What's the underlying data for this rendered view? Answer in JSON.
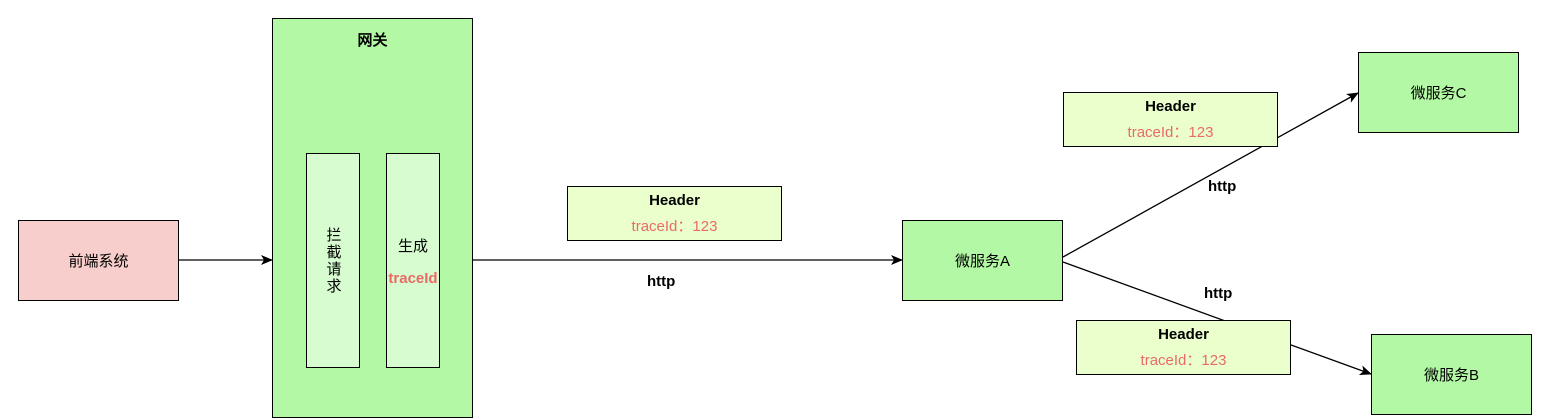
{
  "nodes": {
    "frontend": "前端系统",
    "gateway": "网关",
    "intercept": "拦截请求",
    "generate": "生成",
    "generate_highlight": "traceId",
    "service_a": "微服务A",
    "service_b": "微服务B",
    "service_c": "微服务C"
  },
  "headers": {
    "main": {
      "title": "Header",
      "value": "traceId：123"
    },
    "to_c": {
      "title": "Header",
      "value": "traceId：123"
    },
    "to_b": {
      "title": "Header",
      "value": "traceId：123"
    }
  },
  "edge_labels": {
    "gateway_to_a": "http",
    "a_to_c": "http",
    "a_to_b": "http"
  },
  "colors": {
    "frontend_fill": "#f8cecc",
    "service_fill": "#b3f9a5",
    "inner_fill": "#d6fcd0",
    "header_fill": "#eaffcc",
    "highlight_text": "#ea6b66"
  }
}
